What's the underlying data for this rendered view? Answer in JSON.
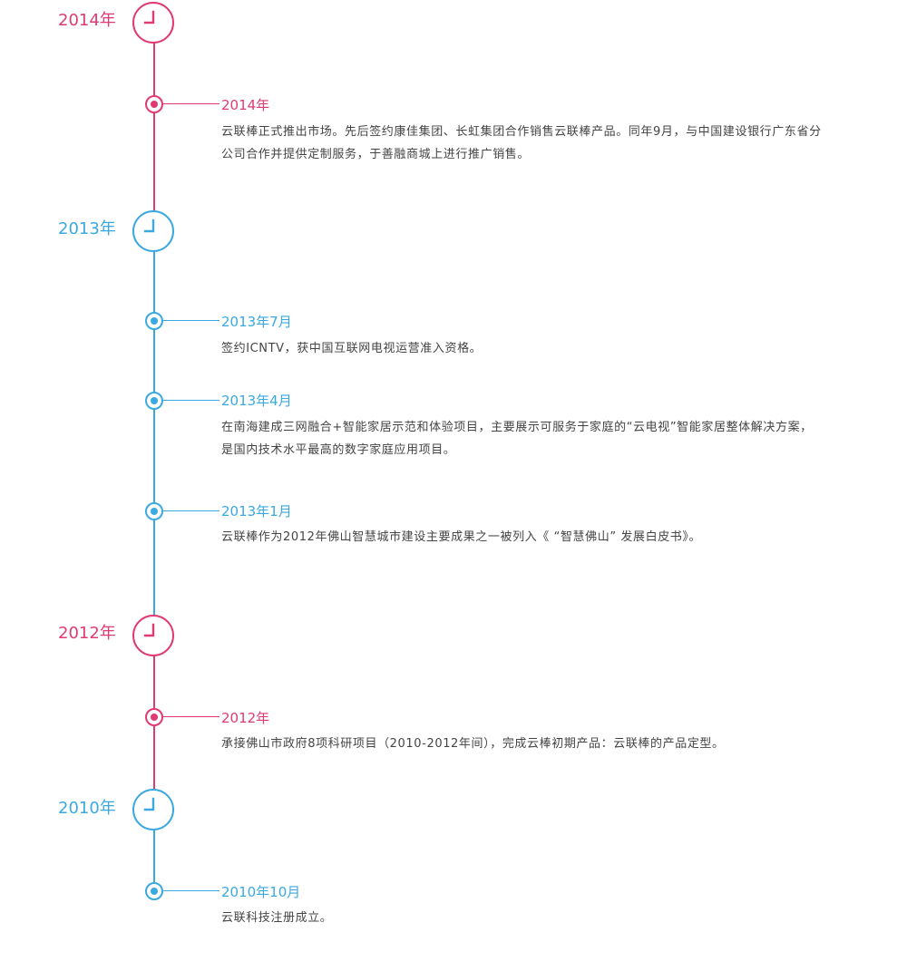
{
  "colors": {
    "pink": "#e03a73",
    "blue": "#3aa9e0",
    "text": "#444444"
  },
  "timeline": {
    "groups": [
      {
        "year": "2014年",
        "color": "pink",
        "events": [
          {
            "date": "2014年",
            "text": "云联棒正式推出市场。先后签约康佳集团、长虹集团合作销售云联棒产品。同年9月，与中国建设银行广东省分公司合作并提供定制服务，于善融商城上进行推广销售。"
          }
        ]
      },
      {
        "year": "2013年",
        "color": "blue",
        "events": [
          {
            "date": "2013年7月",
            "text": "签约ICNTV，获中国互联网电视运营准入资格。"
          },
          {
            "date": "2013年4月",
            "text": "在南海建成三网融合+智能家居示范和体验项目，主要展示可服务于家庭的“云电视”智能家居整体解决方案，是国内技术水平最高的数字家庭应用项目。"
          },
          {
            "date": "2013年1月",
            "text": "云联棒作为2012年佛山智慧城市建设主要成果之一被列入《 “智慧佛山” 发展白皮书》。"
          }
        ]
      },
      {
        "year": "2012年",
        "color": "pink",
        "events": [
          {
            "date": "2012年",
            "text": "承接佛山市政府8项科研项目（2010-2012年间），完成云棒初期产品：云联棒的产品定型。"
          }
        ]
      },
      {
        "year": "2010年",
        "color": "blue",
        "events": [
          {
            "date": "2010年10月",
            "text": "云联科技注册成立。"
          }
        ]
      }
    ]
  }
}
